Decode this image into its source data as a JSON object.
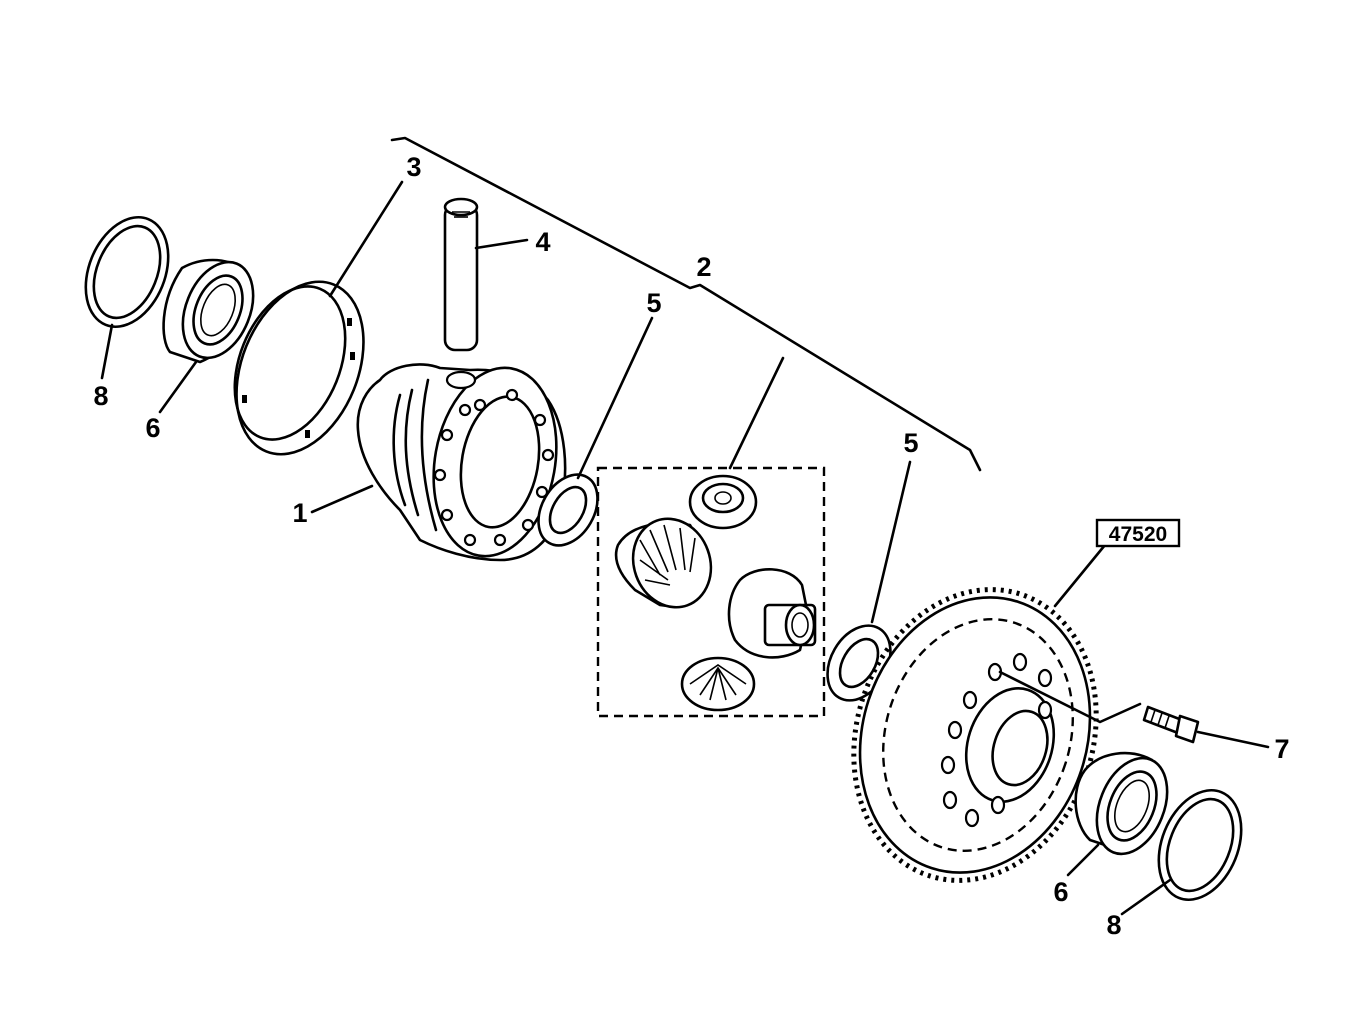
{
  "figure": {
    "reference_code": "47520",
    "callouts": [
      {
        "id": "case",
        "label": "1"
      },
      {
        "id": "assembly",
        "label": "2"
      },
      {
        "id": "bearing-cup-ring",
        "label": "3"
      },
      {
        "id": "pinion-shaft",
        "label": "4"
      },
      {
        "id": "thrust-washer-left",
        "label": "5"
      },
      {
        "id": "thrust-washer-right",
        "label": "5"
      },
      {
        "id": "bearing-left",
        "label": "6"
      },
      {
        "id": "bearing-right",
        "label": "6"
      },
      {
        "id": "bolt",
        "label": "7"
      },
      {
        "id": "snap-ring-left",
        "label": "8"
      },
      {
        "id": "snap-ring-right",
        "label": "8"
      }
    ]
  }
}
